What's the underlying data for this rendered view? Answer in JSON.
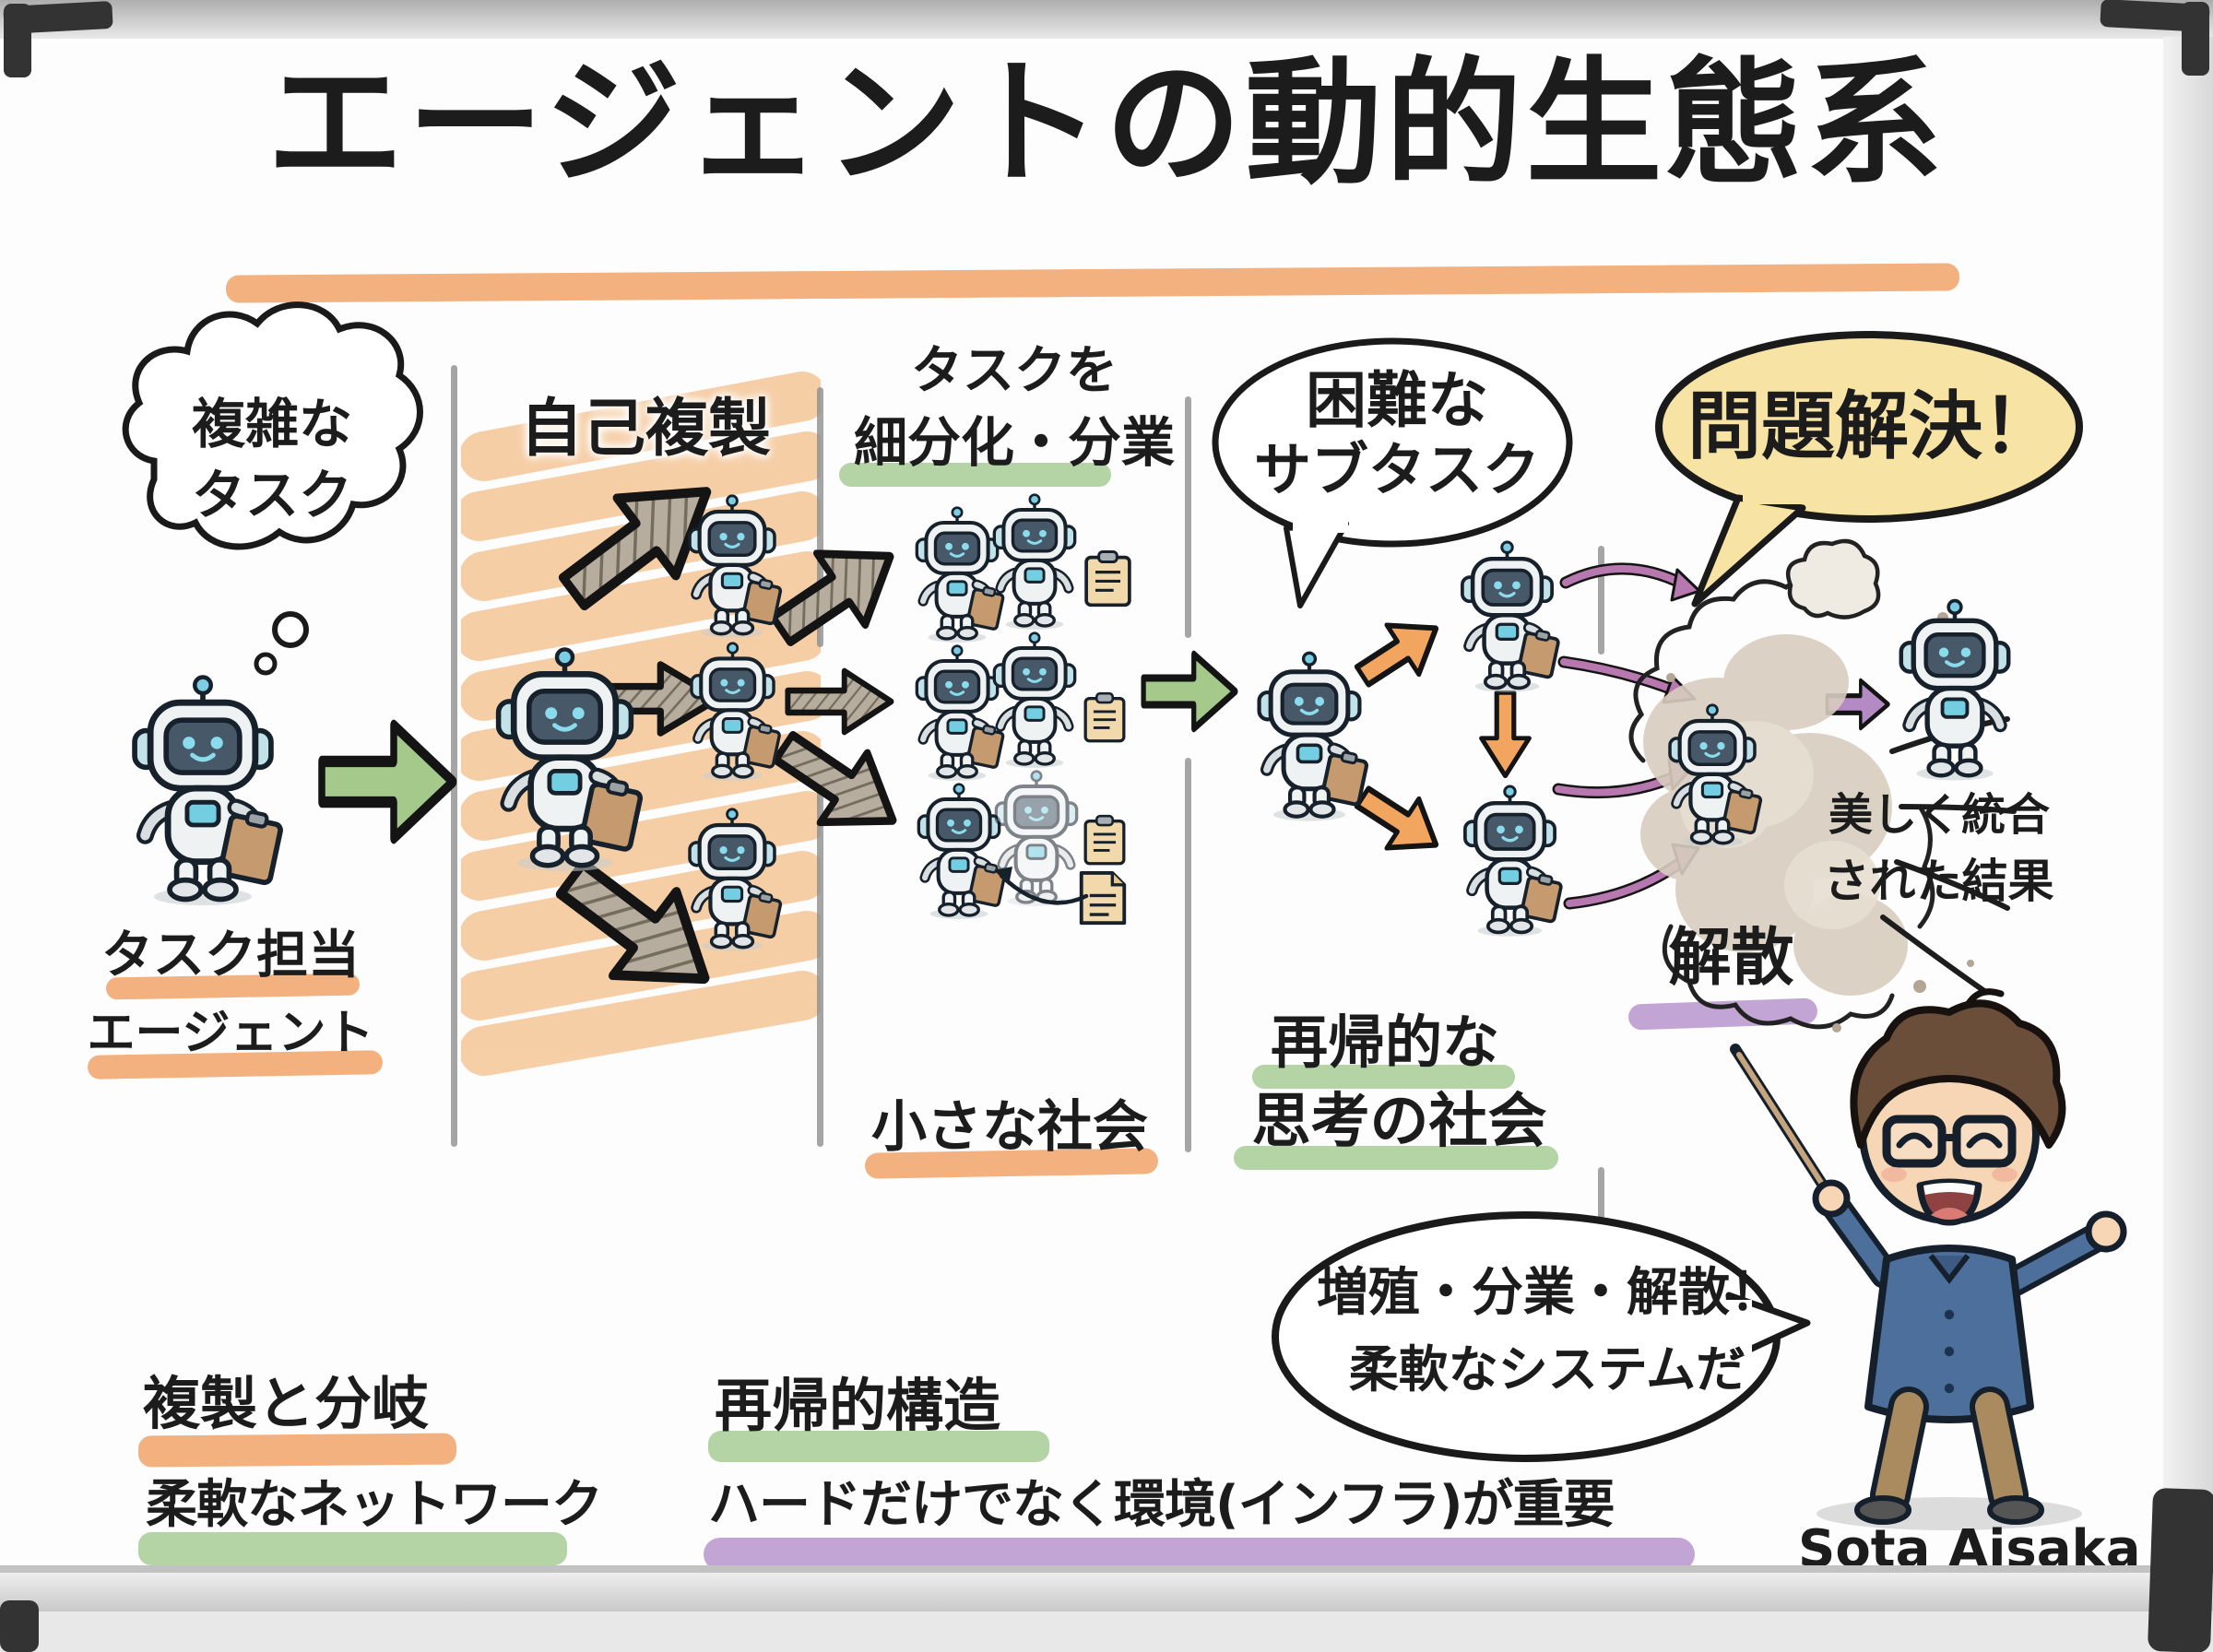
{
  "board": {
    "title": "エージェントの動的生態系",
    "signature": "Sota Aisaka"
  },
  "left_flow": {
    "thought_bubble": {
      "line1": "複雑な",
      "line2": "タスク"
    },
    "agent_label": {
      "line1": "タスク担当",
      "line2": "エージェント"
    }
  },
  "stages": {
    "self_replication": {
      "label": "自己複製"
    },
    "subdivision": {
      "line1": "タスクを",
      "line2": "細分化・分業",
      "society_label": "小さな社会"
    },
    "recursion": {
      "bubble_line1": "困難な",
      "bubble_line2": "サブタスク",
      "label_line1": "再帰的な",
      "label_line2": "思考の社会"
    },
    "resolution": {
      "bubble": "問題解決！",
      "disband_label": "解散",
      "result_line1": "美しく統合",
      "result_line2": "された結果"
    }
  },
  "speech_bubble": {
    "line1": "増殖・分業・解散！",
    "line2": "柔軟なシステムだ"
  },
  "footer": {
    "replication_branching": "複製と分岐",
    "flexible_network": "柔軟なネットワーク",
    "recursive_structure": "再帰的構造",
    "infra_important": "ハードだけでなく環境(インフラ)が重要"
  },
  "icons": {
    "robot": "robot-mascot-icon",
    "clipboard": "clipboard-icon",
    "document": "document-page-icon",
    "explosion": "dust-cloud-icon",
    "pointer": "pointer-stick-icon"
  },
  "colors": {
    "marker_orange": "#f0a368",
    "marker_green": "#a8cd97",
    "marker_purple": "#b795ce",
    "bubble_yellow": "#f7e3a3",
    "arrow_green": "#a5c98b",
    "arrow_orange": "#f2a55e",
    "arrow_purple": "#b678ae",
    "ink": "#1b1b1b"
  }
}
